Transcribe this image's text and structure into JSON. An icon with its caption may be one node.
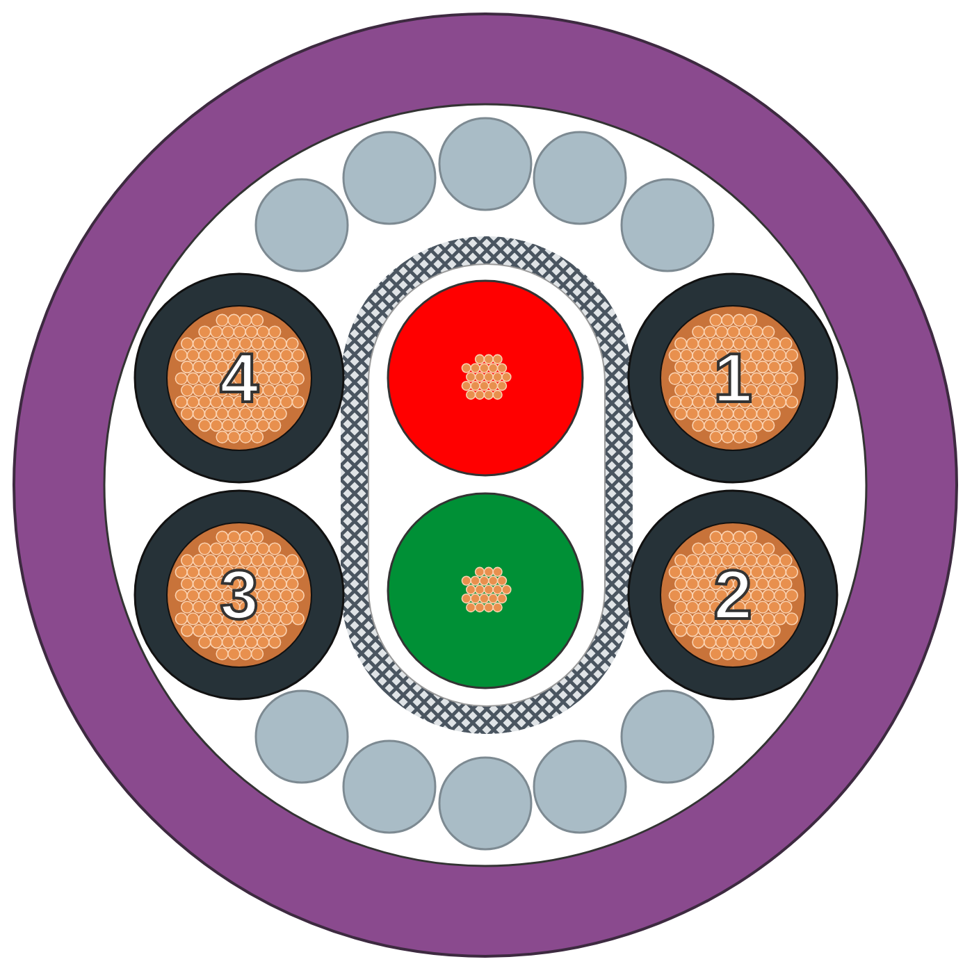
{
  "diagram": {
    "nodes": [
      {
        "text": [
          "4"
        ]
      },
      {
        "text": [
          "1"
        ]
      },
      {
        "text": [
          "3"
        ]
      },
      {
        "text": [
          "2"
        ]
      }
    ]
  }
}
